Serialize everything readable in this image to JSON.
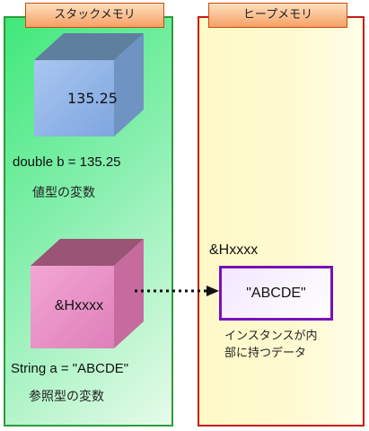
{
  "stack": {
    "label": "スタックメモリ",
    "value_cube_text": "135.25",
    "value_declaration": "double b = 135.25",
    "value_caption": "値型の変数",
    "ref_cube_text": "&Hxxxx",
    "ref_declaration": "String a = \"ABCDE\"",
    "ref_caption": "参照型の変数"
  },
  "heap": {
    "label": "ヒープメモリ",
    "address": "&Hxxxx",
    "object_text": "\"ABCDE\"",
    "object_caption_line1": "インスタンスが内",
    "object_caption_line2": "部に持つデータ"
  },
  "colors": {
    "stack_border": "#2e9a3c",
    "heap_border": "#c81818",
    "value_cube": "#8fb6ea",
    "ref_cube": "#e58fc4",
    "heap_object_border": "#7a10b8"
  }
}
